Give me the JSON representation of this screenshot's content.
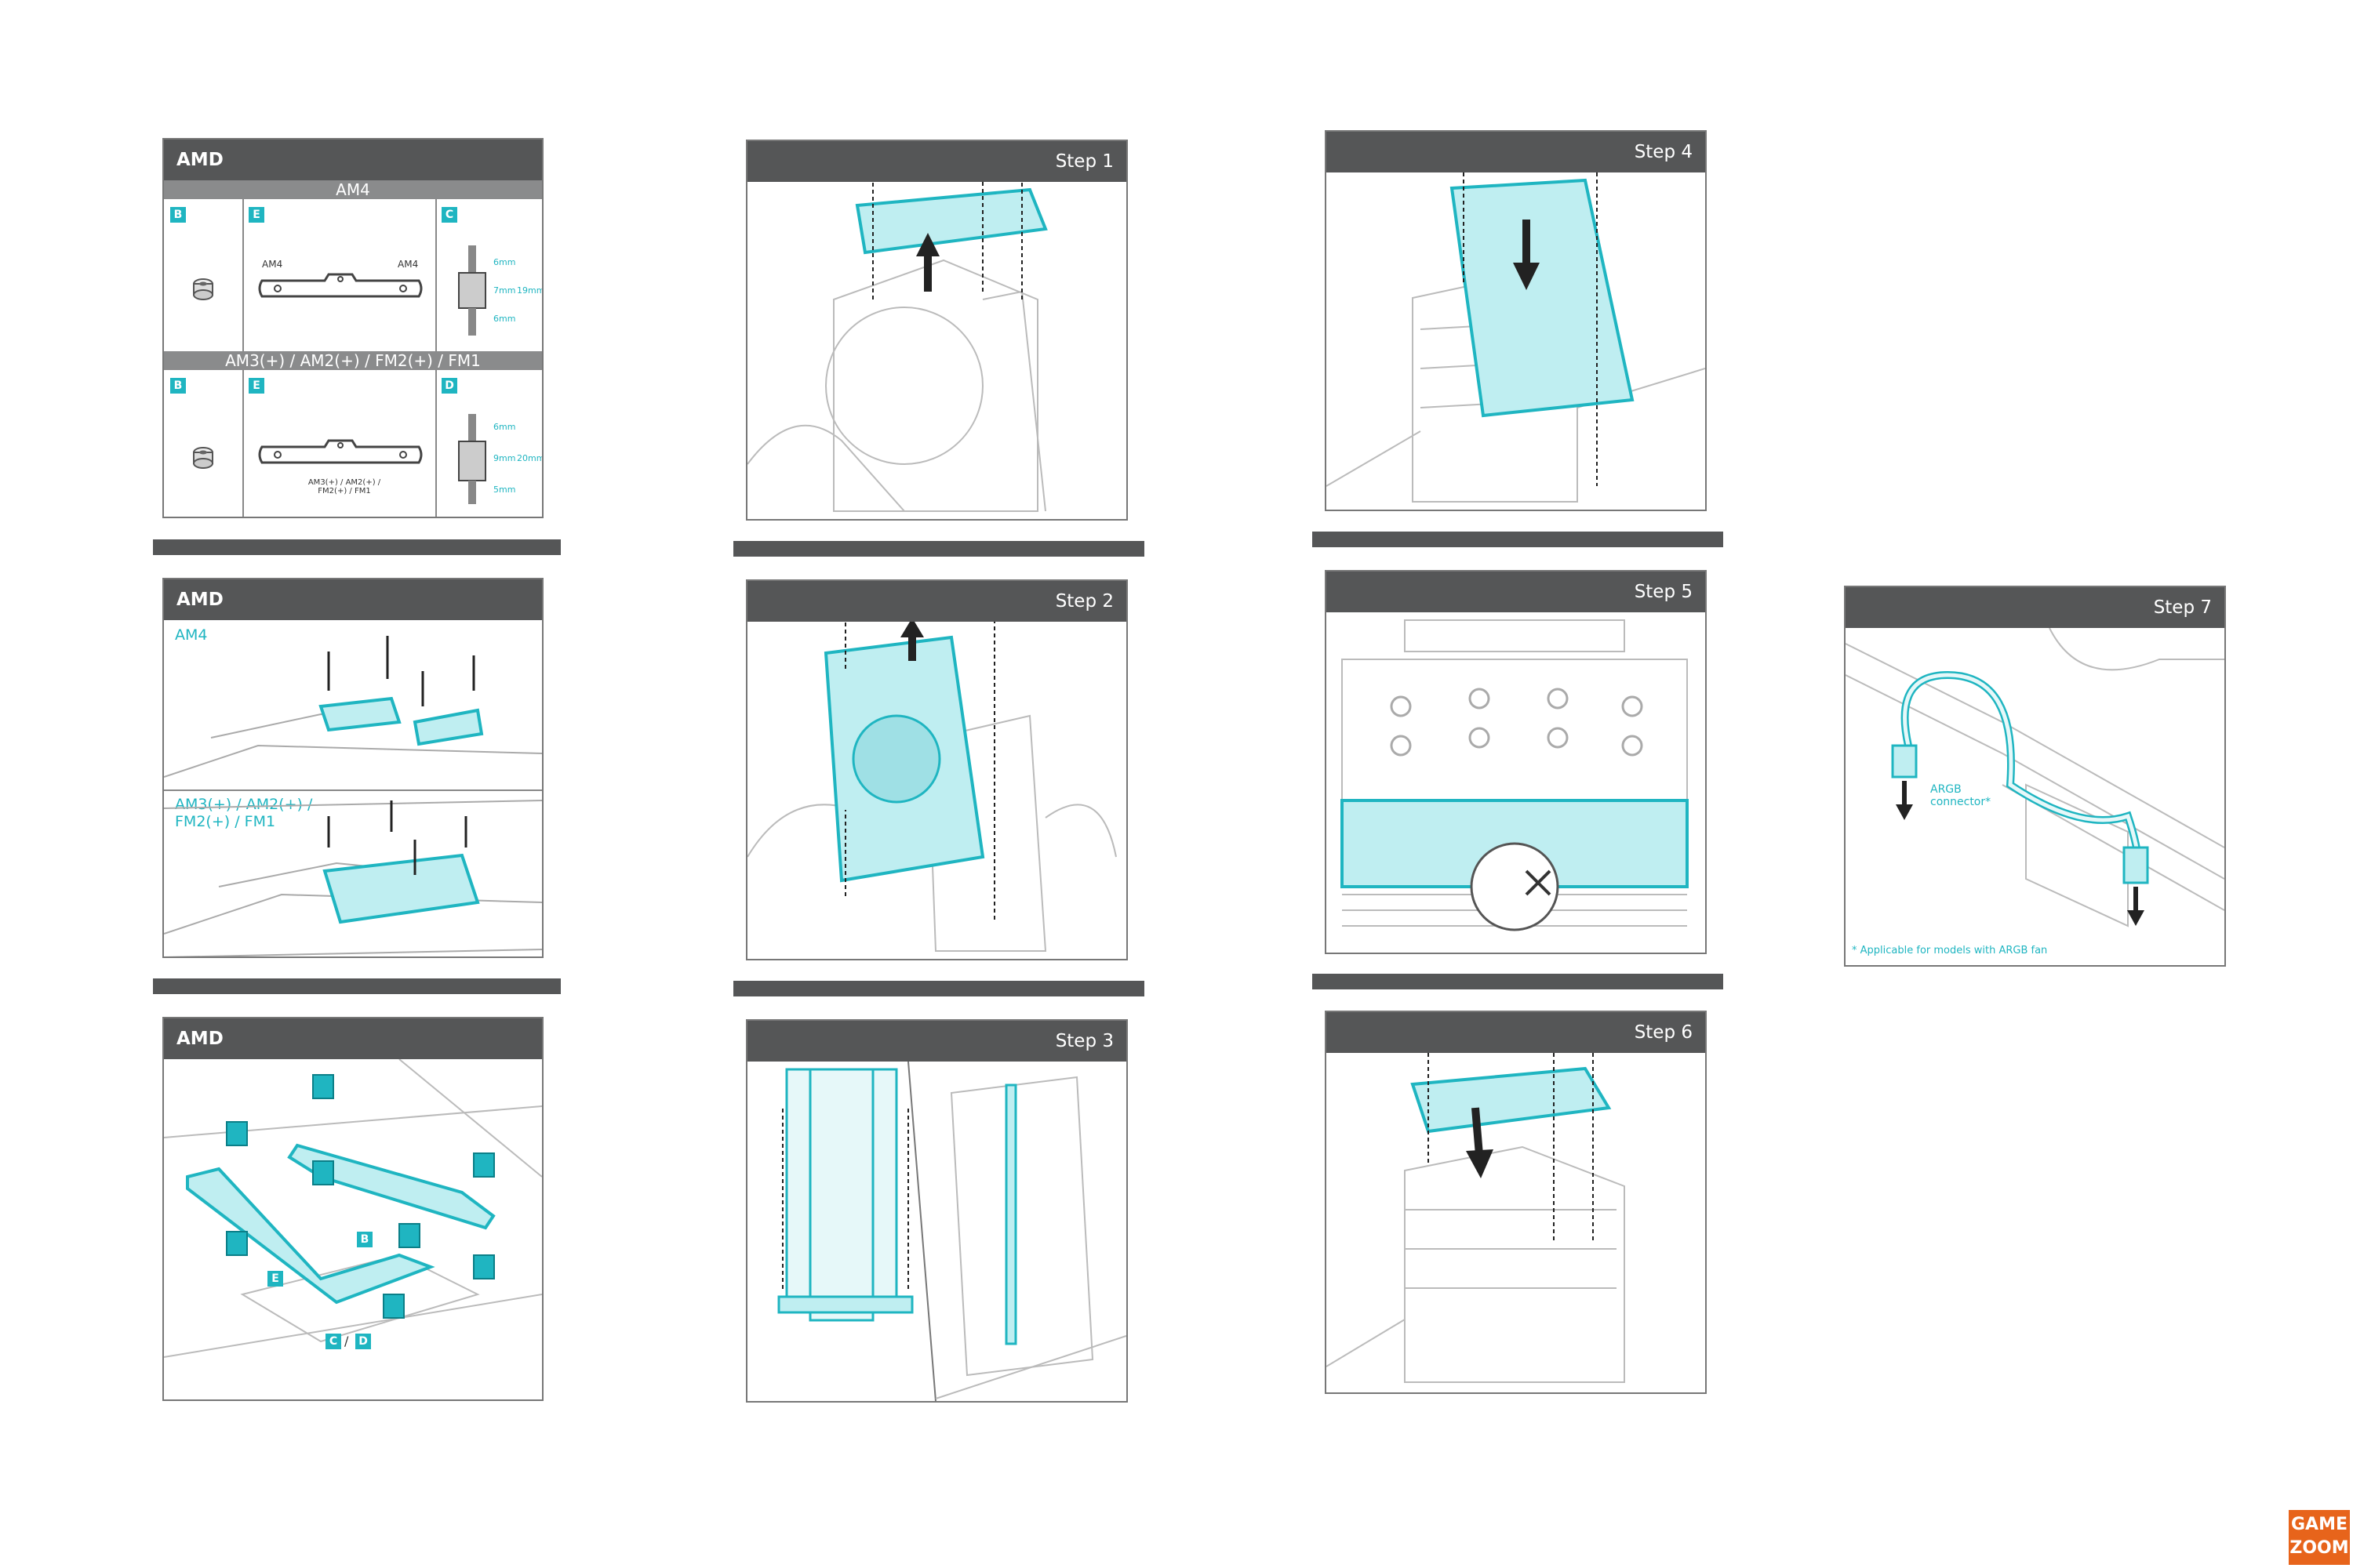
{
  "panels": {
    "amd1": {
      "title": "AMD",
      "section_am4": "AM4",
      "section_legacy": "AM3(+) / AM2(+) / FM2(+) / FM1",
      "tag_b": "B",
      "tag_e": "E",
      "tag_c": "C",
      "tag_d": "D",
      "am4_left": "AM4",
      "am4_right": "AM4",
      "legacy_bracket_label": "AM3(+) / AM2(+) / FM2(+) / FM1",
      "c_dims": [
        "6mm",
        "7mm",
        "6mm"
      ],
      "c_total": "19mm",
      "d_dims": [
        "6mm",
        "9mm",
        "5mm"
      ],
      "d_total": "20mm"
    },
    "amd2": {
      "title": "AMD",
      "label_am4": "AM4",
      "label_legacy": "AM3(+) / AM2(+) / FM2(+) / FM1"
    },
    "amd3": {
      "title": "AMD",
      "tag_b": "B",
      "tag_e": "E",
      "tag_c": "C",
      "slash": "/",
      "tag_d": "D"
    },
    "step1": {
      "title": "Step 1"
    },
    "step2": {
      "title": "Step 2"
    },
    "step3": {
      "title": "Step 3"
    },
    "step4": {
      "title": "Step 4"
    },
    "step5": {
      "title": "Step 5"
    },
    "step6": {
      "title": "Step 6"
    },
    "step7": {
      "title": "Step 7",
      "connector_label": "ARGB connector*",
      "footnote": "* Applicable for models with ARGB fan"
    }
  },
  "logo": {
    "line1": "GAME",
    "line2": "ZOOM"
  },
  "colors": {
    "accent": "#1fb5c1",
    "header": "#555657",
    "logo": "#e7641b"
  }
}
